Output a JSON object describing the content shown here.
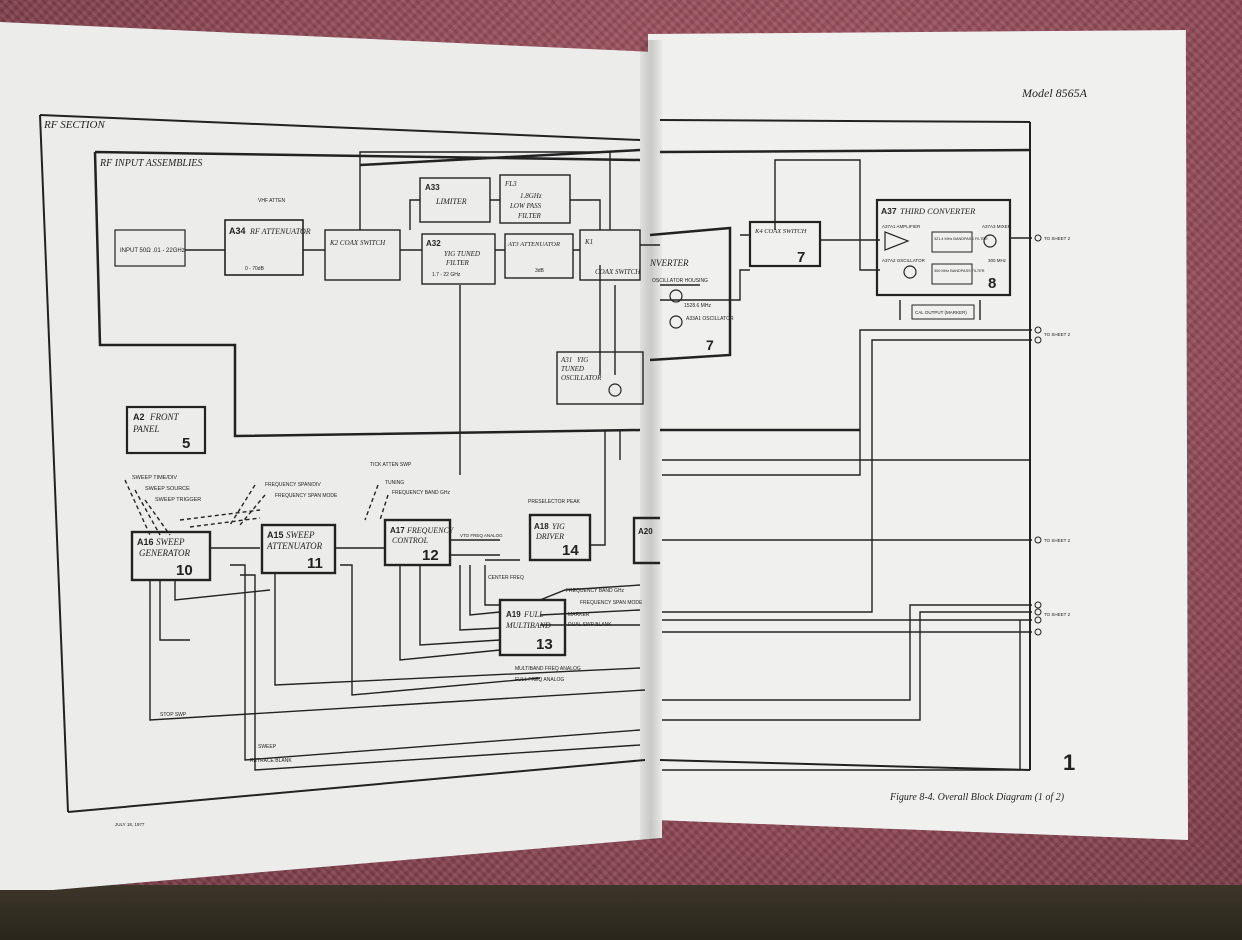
{
  "header": {
    "model": "Model 8565A"
  },
  "sections": {
    "rf_section": "RF SECTION",
    "rf_input": "RF INPUT ASSEMBLIES"
  },
  "blocks": {
    "a34": {
      "id": "A34",
      "name": "RF ATTENUATOR",
      "note": "0 - 70dB"
    },
    "k2": {
      "name": "K2 COAX SWITCH"
    },
    "a33": {
      "id": "A33",
      "name": "LIMITER"
    },
    "fl3": {
      "id": "FL3",
      "line1": "1.8GHz",
      "line2": "LOW PASS",
      "line3": "FILTER"
    },
    "a32": {
      "id": "A32",
      "line1": "YIG TUNED",
      "line2": "FILTER",
      "note": "1.7 - 22 GHz"
    },
    "at3": {
      "name": "AT3 ATTENUATOR",
      "note": "3dB"
    },
    "k1": {
      "id": "K1",
      "name": "COAX SWITCH"
    },
    "converter": {
      "name": "NVERTER",
      "num": "7",
      "osc_housing": "OSCILLATOR HOUSING",
      "freq": "1528.6 MHz",
      "osc": "A33A1 OSCILLATOR"
    },
    "k4": {
      "name": "K4 COAX SWITCH",
      "num": "7"
    },
    "a37": {
      "id": "A37",
      "name": "THIRD CONVERTER",
      "num": "8",
      "amp": "A37A1 AMPLIFIER",
      "bpf": "321.4 MHz BANDPASS FILTER",
      "mixer": "A37A3 MIXER",
      "osc": "A37A2 OSCILLATOR",
      "bpf2": "300 MHz BANDPASS FILTER",
      "out_freq": "300 MHz"
    },
    "a31": {
      "id": "A31",
      "line1": "YIG",
      "line2": "TUNED",
      "line3": "OSCILLATOR"
    },
    "a2": {
      "id": "A2",
      "name": "FRONT",
      "name2": "PANEL",
      "num": "5"
    },
    "a16": {
      "id": "A16",
      "line1": "SWEEP",
      "line2": "GENERATOR",
      "num": "10"
    },
    "a15": {
      "id": "A15",
      "line1": "SWEEP",
      "line2": "ATTENUATOR",
      "num": "11"
    },
    "a17": {
      "id": "A17",
      "line1": "FREQUENCY",
      "line2": "CONTROL",
      "num": "12"
    },
    "a18": {
      "id": "A18",
      "line1": "YIG",
      "line2": "DRIVER",
      "num": "14"
    },
    "a20": {
      "id": "A20"
    },
    "a19": {
      "id": "A19",
      "line1": "FULL",
      "line2": "MULTIBAND",
      "num": "13"
    }
  },
  "labels": {
    "input": "INPUT 50Ω .01 - 22GHz",
    "vhf_atten": "VHF ATTEN",
    "cal_output": "CAL OUTPUT (MARKER)",
    "sweep_time": "SWEEP TIME/DIV",
    "sweep_source": "SWEEP SOURCE",
    "sweep_trigger": "SWEEP TRIGGER",
    "freq_span": "FREQUENCY SPAN/DIV",
    "freq_span_mode": "FREQUENCY SPAN MODE",
    "tuning": "TUNING",
    "freq_band": "FREQUENCY BAND GHz",
    "preselector": "PRESELECTOR PEAK",
    "tick_atten": "TICK ATTEN SWP",
    "vto_freq": "VTO FREQ ANALOG",
    "center_freq": "CENTER FREQ",
    "marker": "MARKER",
    "dual_swp": "DUAL SWP BLANK",
    "multiband_freq": "MULTIBAND FREQ ANALOG",
    "full_freq": "FULL FREQ ANALOG",
    "stop_swp": "STOP SWP",
    "sweep": "SWEEP",
    "retrace": "RETRACE BLANK",
    "to_sheet2": "TO SHEET 2"
  },
  "footer": {
    "caption": "Figure 8-4. Overall Block Diagram (1 of 2)",
    "sheet": "1",
    "date": "JULY 18, 1977"
  }
}
